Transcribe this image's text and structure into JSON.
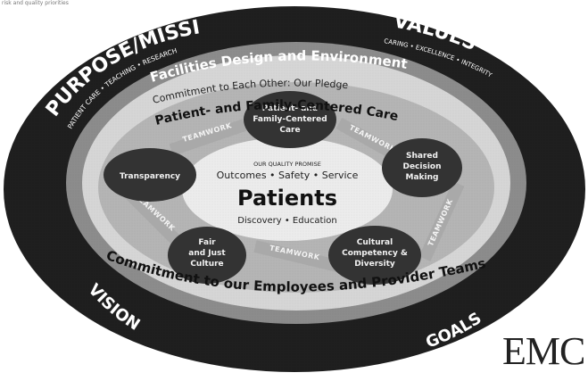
{
  "top_fragment": "risk and quality priorities",
  "outer_ring": {
    "purpose_mission": "PURPOSE/MISSION",
    "purpose_sub": "PATIENT CARE • TEACHING • RESEARCH",
    "values": "VALUES",
    "values_sub": "CARING • EXCELLENCE • INTEGRITY",
    "facilities": "Facilities Design and Environment",
    "vision": "VISION",
    "goals": "GOALS"
  },
  "pledge": "Commitment to Each Other: Our Pledge",
  "pfcc_banner": "Patient- and Family-Centered Care",
  "bottom_commitment": "Commitment to our Employees and Provider Teams",
  "nodes": {
    "top": [
      "Patient- and",
      "Family-Centered",
      "Care"
    ],
    "left": [
      "Transparency"
    ],
    "right": [
      "Shared",
      "Decision",
      "Making"
    ],
    "bottom_left": [
      "Fair",
      "and Just",
      "Culture"
    ],
    "bottom_right": [
      "Cultural",
      "Competency &",
      "Diversity"
    ]
  },
  "teamwork": "TEAMWORK",
  "center": {
    "promise": "OUR QUALITY PROMISE",
    "outcomes": "Outcomes • Safety • Service",
    "patients": "Patients",
    "discovery": "Discovery • Education"
  },
  "logo_text": "EMC",
  "colors": {
    "outer_ring": "#1f1f1f",
    "gray_ring": "#8c8c8c",
    "light_ring": "#d6d6d6",
    "inner_field": "#b5b5b5",
    "center": "#ececec",
    "node": "#333333",
    "ribbon": "#a9a9a9"
  }
}
